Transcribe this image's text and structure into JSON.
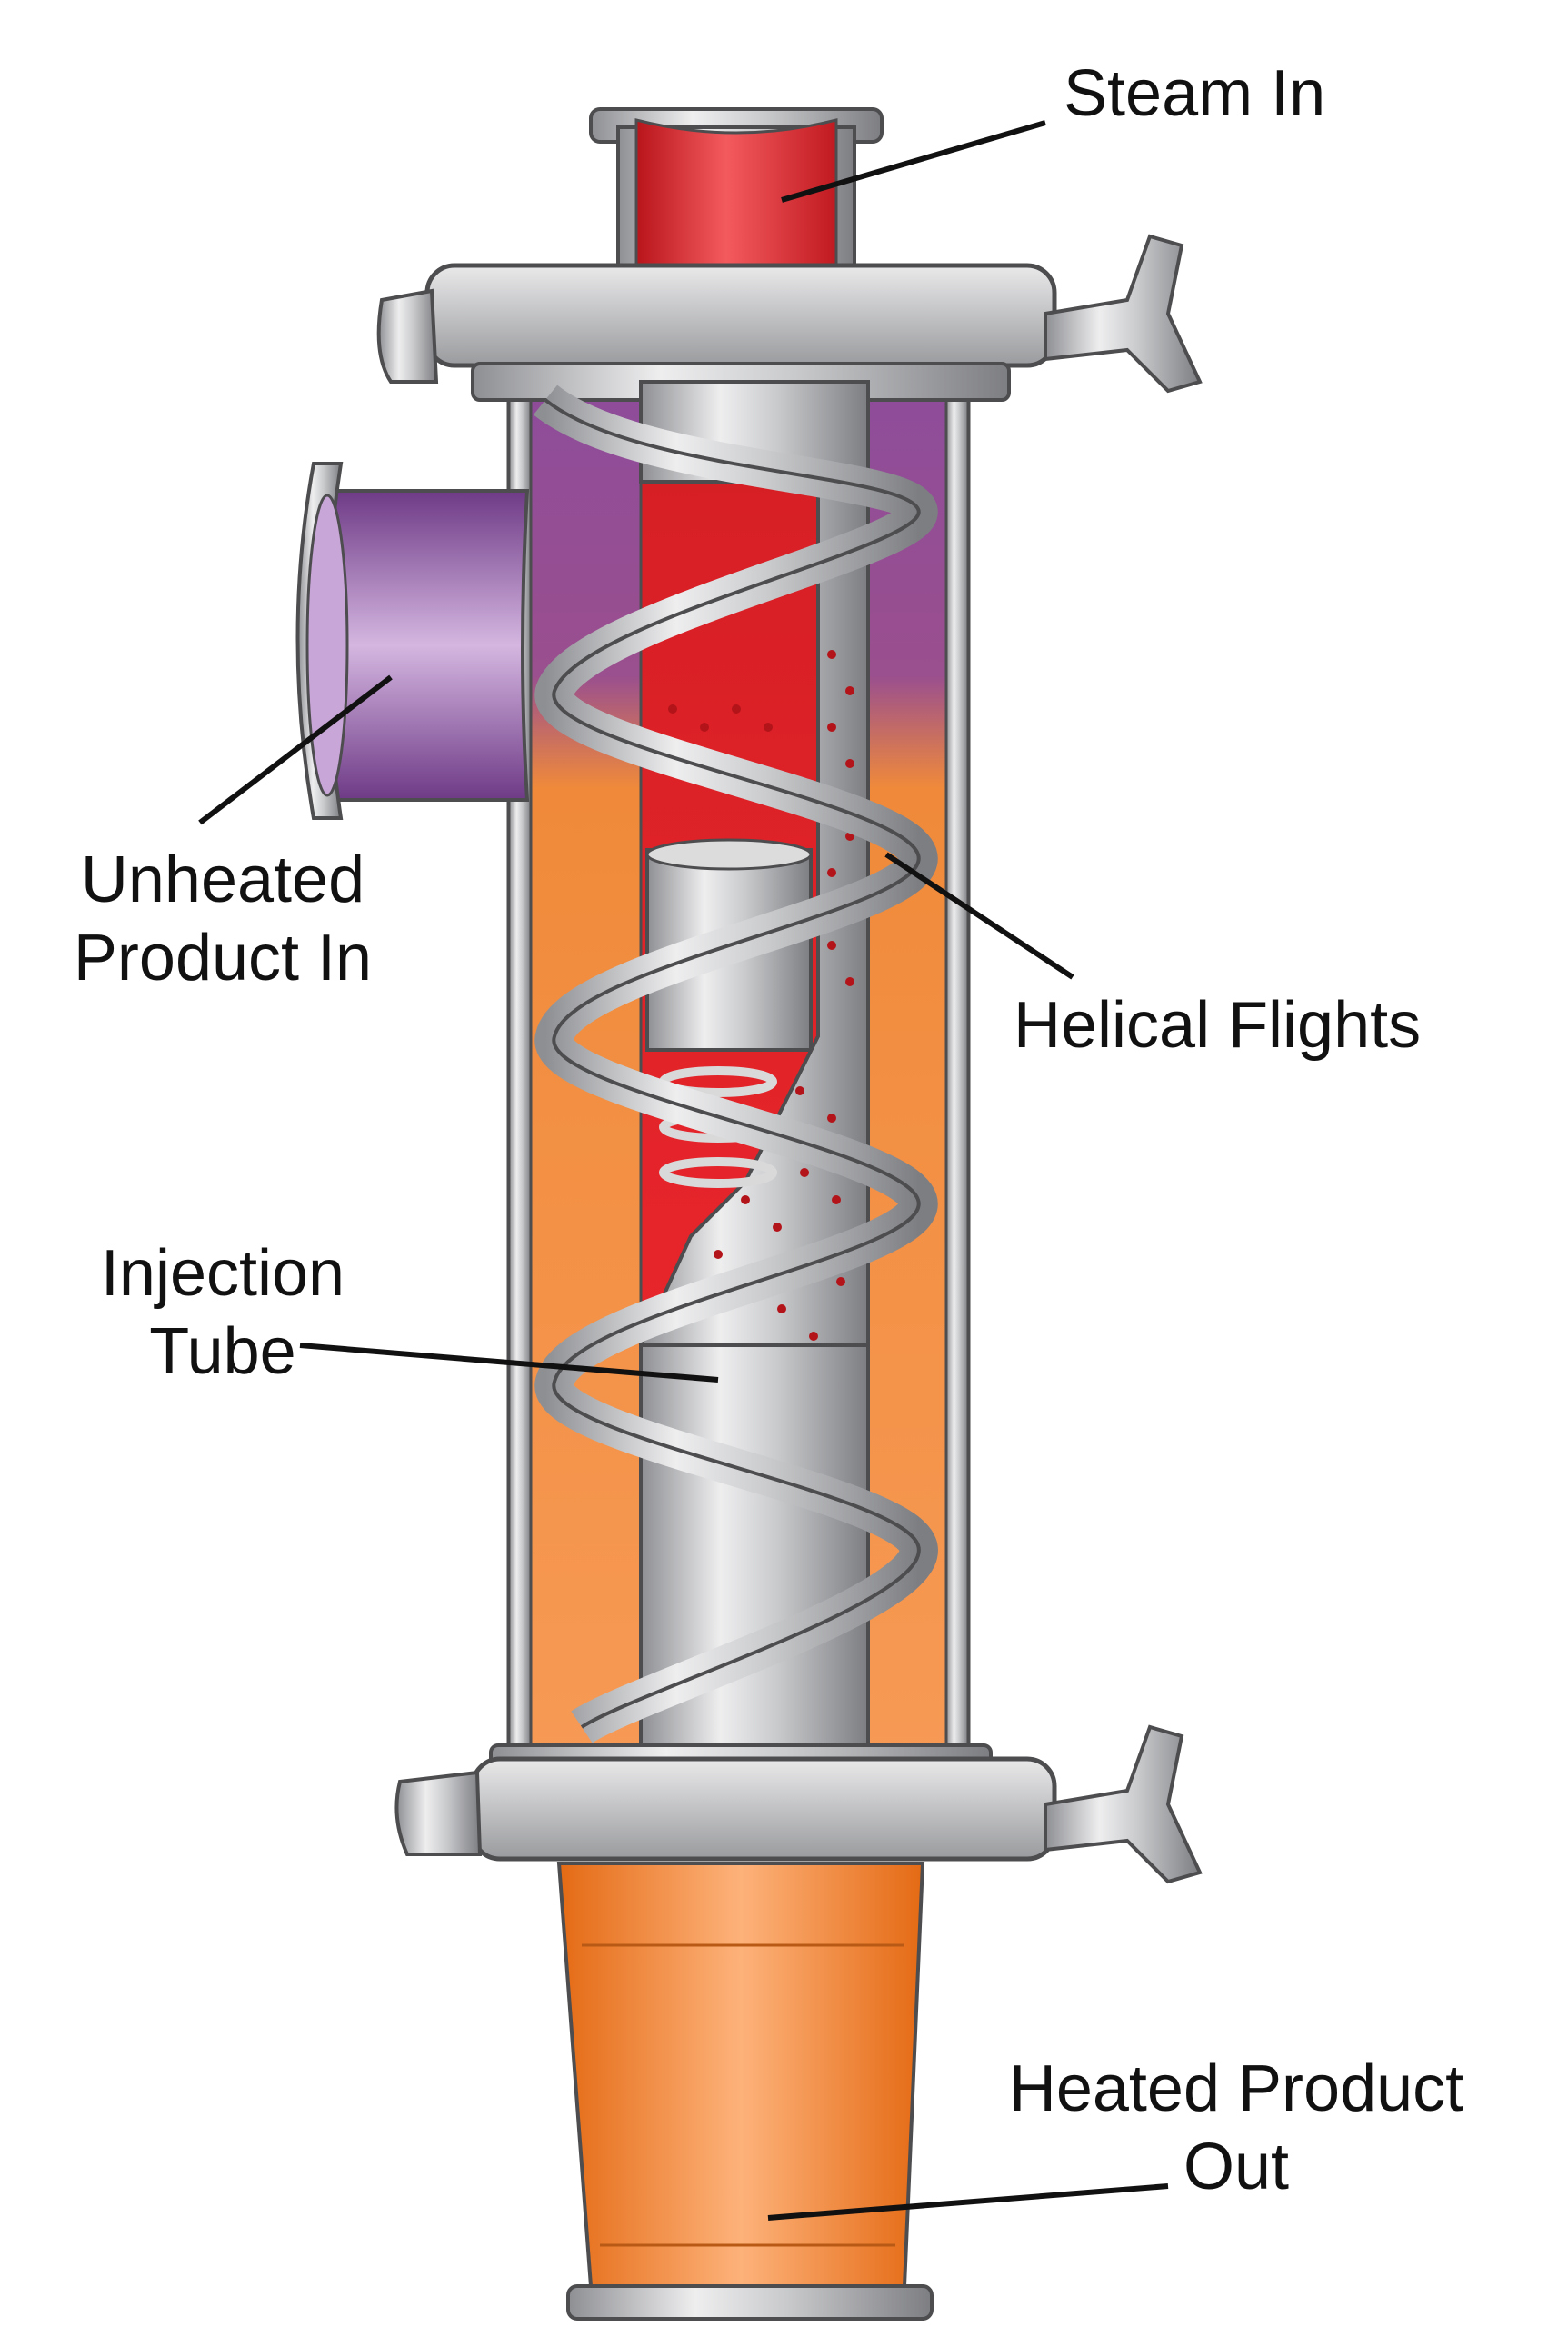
{
  "labels": {
    "steam_in": "Steam In",
    "unheated_line1": "Unheated",
    "unheated_line2": "Product In",
    "helical_flights": "Helical Flights",
    "injection_line1": "Injection",
    "injection_line2": "Tube",
    "heated_line1": "Heated Product",
    "heated_line2": "Out"
  },
  "colors": {
    "steam": "#e8262b",
    "unheated_product": "#8a4d9c",
    "heated_product": "#f7892f",
    "steel": "#c3c4c7",
    "outline": "#4d4d4f",
    "leader": "#111111"
  }
}
